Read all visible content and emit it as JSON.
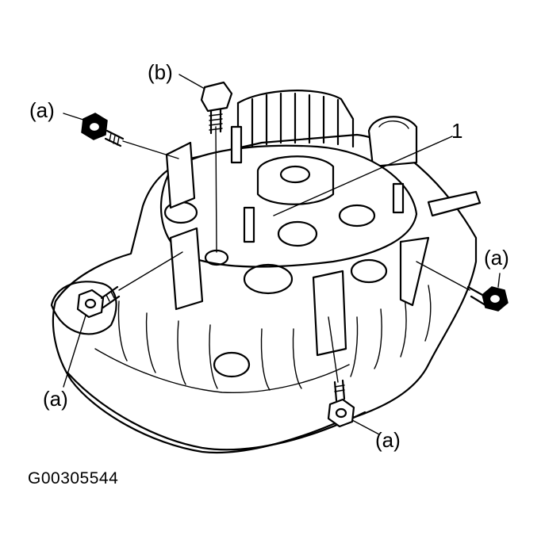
{
  "labels": {
    "bolt_a_top_left": "(a)",
    "bolt_b_top": "(b)",
    "part_1": "1",
    "bolt_a_right": "(a)",
    "bolt_a_bottom_left": "(a)",
    "bolt_a_bottom": "(a)"
  },
  "figure_code": "G00305544",
  "colors": {
    "ink": "#000000",
    "paper": "#ffffff"
  }
}
